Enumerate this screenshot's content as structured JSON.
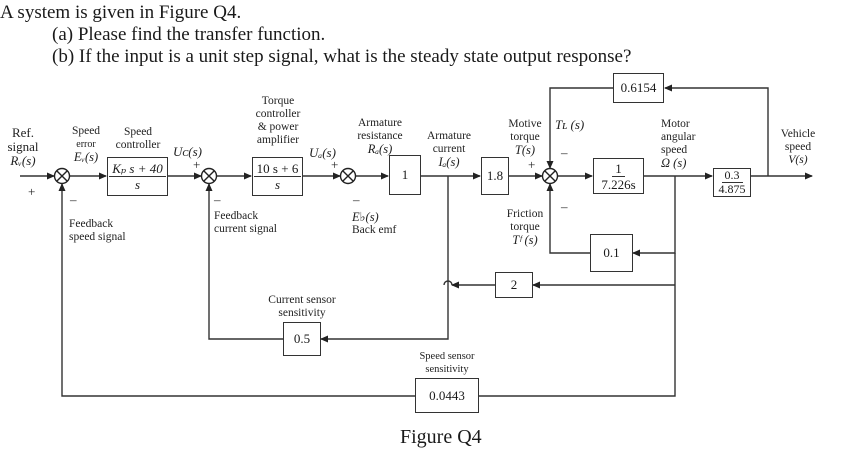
{
  "question": {
    "intro": "A system is given in Figure Q4.",
    "part_a": "(a) Please find the transfer function.",
    "part_b": "(b) If the input is a unit step signal, what is the steady state output response?"
  },
  "figure": {
    "caption": "Figure Q4",
    "signals": {
      "ref": [
        "Ref.",
        "signal",
        "Rᵥ(s)"
      ],
      "speed_error": [
        "Speed",
        "error",
        "Eᵥ(s)"
      ],
      "uc": "Uᴄ(s)",
      "ua": "Uₐ(s)",
      "armature_current": [
        "Armature",
        "current",
        "Iₐ(s)"
      ],
      "motive_torque": [
        "Motive",
        "torque",
        "T(s)"
      ],
      "tl": "Tʟ (s)",
      "motor_speed": [
        "Motor",
        "angular",
        "speed",
        "Ω (s)"
      ],
      "vehicle_speed": [
        "Vehicle",
        "speed",
        "V(s)"
      ],
      "feedback_speed": [
        "Feedback",
        "speed signal"
      ],
      "feedback_current": [
        "Feedback",
        "current signal"
      ],
      "back_emf": [
        "E♭(s)",
        "Back emf"
      ],
      "friction": [
        "Friction",
        "torque",
        "Tᶠ (s)"
      ]
    },
    "block_labels": {
      "speed_controller": [
        "Speed",
        "controller"
      ],
      "torque_controller": [
        "Torque",
        "controller",
        "& power",
        "amplifier"
      ],
      "armature_resistance": [
        "Armature",
        "resistance",
        "Rₐ(s)"
      ],
      "current_sensor": [
        "Current sensor",
        "sensitivity"
      ],
      "speed_sensor": [
        "Speed sensor",
        "sensitivity"
      ]
    },
    "blocks": {
      "speed_controller": {
        "num": "Kₚ s + 40",
        "den": "s"
      },
      "torque_controller": {
        "num": "10 s + 6",
        "den": "s"
      },
      "armature": "1",
      "torque_const": "1.8",
      "inertia": {
        "num": "1",
        "den": "7.226s"
      },
      "gear": {
        "num": "0.3",
        "den": "4.875"
      },
      "load": "0.6154",
      "friction": "0.1",
      "back_emf": "2",
      "current_sensor": "0.5",
      "speed_sensor": "0.0443"
    },
    "signs": {
      "plus": "+",
      "minus": "–"
    }
  }
}
